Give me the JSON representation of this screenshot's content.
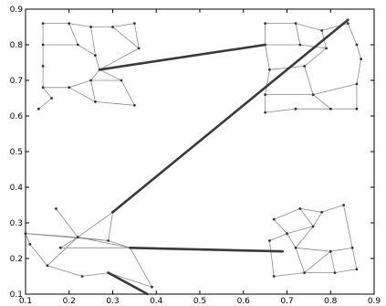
{
  "chart_data": {
    "type": "scatter",
    "title": "",
    "xlabel": "",
    "ylabel": "",
    "xlim": [
      0.1,
      0.9
    ],
    "ylim": [
      0.1,
      0.9
    ],
    "grid": false,
    "x_ticks": [
      "0.1",
      "0.2",
      "0.3",
      "0.4",
      "0.5",
      "0.6",
      "0.7",
      "0.8",
      "0.9"
    ],
    "y_ticks": [
      "0.1",
      "0.2",
      "0.3",
      "0.4",
      "0.5",
      "0.6",
      "0.7",
      "0.8",
      "0.9"
    ],
    "graphs": [
      {
        "nodes": [
          [
            0.14,
            0.86
          ],
          [
            0.2,
            0.86
          ],
          [
            0.25,
            0.85
          ],
          [
            0.3,
            0.85
          ],
          [
            0.35,
            0.86
          ],
          [
            0.14,
            0.8
          ],
          [
            0.22,
            0.8
          ],
          [
            0.26,
            0.77
          ],
          [
            0.36,
            0.79
          ],
          [
            0.14,
            0.74
          ],
          [
            0.27,
            0.73
          ],
          [
            0.14,
            0.68
          ],
          [
            0.2,
            0.68
          ],
          [
            0.25,
            0.7
          ],
          [
            0.32,
            0.7
          ],
          [
            0.13,
            0.62
          ],
          [
            0.16,
            0.65
          ],
          [
            0.26,
            0.64
          ],
          [
            0.35,
            0.63
          ]
        ],
        "edges": [
          [
            0,
            1
          ],
          [
            1,
            2
          ],
          [
            2,
            3
          ],
          [
            3,
            4
          ],
          [
            0,
            5
          ],
          [
            1,
            6
          ],
          [
            2,
            7
          ],
          [
            3,
            8
          ],
          [
            4,
            8
          ],
          [
            5,
            6
          ],
          [
            6,
            7
          ],
          [
            7,
            10
          ],
          [
            8,
            10
          ],
          [
            5,
            9
          ],
          [
            9,
            11
          ],
          [
            10,
            13
          ],
          [
            10,
            14
          ],
          [
            11,
            12
          ],
          [
            12,
            13
          ],
          [
            13,
            14
          ],
          [
            11,
            16
          ],
          [
            16,
            15
          ],
          [
            12,
            17
          ],
          [
            13,
            17
          ],
          [
            14,
            18
          ],
          [
            17,
            18
          ]
        ]
      },
      {
        "nodes": [
          [
            0.65,
            0.86
          ],
          [
            0.72,
            0.86
          ],
          [
            0.78,
            0.84
          ],
          [
            0.84,
            0.86
          ],
          [
            0.65,
            0.8
          ],
          [
            0.73,
            0.8
          ],
          [
            0.79,
            0.79
          ],
          [
            0.86,
            0.8
          ],
          [
            0.66,
            0.73
          ],
          [
            0.74,
            0.74
          ],
          [
            0.87,
            0.76
          ],
          [
            0.65,
            0.66
          ],
          [
            0.76,
            0.66
          ],
          [
            0.86,
            0.69
          ],
          [
            0.65,
            0.61
          ],
          [
            0.72,
            0.62
          ],
          [
            0.8,
            0.62
          ],
          [
            0.86,
            0.62
          ]
        ],
        "edges": [
          [
            0,
            1
          ],
          [
            1,
            2
          ],
          [
            2,
            3
          ],
          [
            0,
            4
          ],
          [
            1,
            5
          ],
          [
            2,
            6
          ],
          [
            3,
            7
          ],
          [
            4,
            5
          ],
          [
            5,
            6
          ],
          [
            6,
            9
          ],
          [
            4,
            8
          ],
          [
            8,
            9
          ],
          [
            7,
            10
          ],
          [
            8,
            11
          ],
          [
            9,
            12
          ],
          [
            10,
            13
          ],
          [
            11,
            12
          ],
          [
            12,
            13
          ],
          [
            11,
            14
          ],
          [
            14,
            15
          ],
          [
            15,
            16
          ],
          [
            16,
            17
          ],
          [
            12,
            16
          ],
          [
            13,
            17
          ]
        ]
      },
      {
        "nodes": [
          [
            0.1,
            0.27
          ],
          [
            0.17,
            0.34
          ],
          [
            0.22,
            0.26
          ],
          [
            0.3,
            0.33
          ],
          [
            0.29,
            0.25
          ],
          [
            0.15,
            0.18
          ],
          [
            0.23,
            0.15
          ],
          [
            0.29,
            0.16
          ],
          [
            0.34,
            0.23
          ],
          [
            0.39,
            0.12
          ],
          [
            0.11,
            0.24
          ],
          [
            0.18,
            0.23
          ]
        ],
        "edges": [
          [
            0,
            2
          ],
          [
            1,
            2
          ],
          [
            2,
            3
          ],
          [
            2,
            4
          ],
          [
            3,
            4
          ],
          [
            0,
            4
          ],
          [
            2,
            5
          ],
          [
            5,
            6
          ],
          [
            6,
            7
          ],
          [
            4,
            8
          ],
          [
            7,
            9
          ],
          [
            8,
            9
          ],
          [
            0,
            10
          ],
          [
            10,
            5
          ],
          [
            11,
            2
          ],
          [
            11,
            8
          ],
          [
            2,
            8
          ]
        ]
      },
      {
        "nodes": [
          [
            0.67,
            0.31
          ],
          [
            0.73,
            0.34
          ],
          [
            0.78,
            0.33
          ],
          [
            0.83,
            0.35
          ],
          [
            0.7,
            0.27
          ],
          [
            0.76,
            0.29
          ],
          [
            0.66,
            0.25
          ],
          [
            0.72,
            0.23
          ],
          [
            0.8,
            0.22
          ],
          [
            0.85,
            0.23
          ],
          [
            0.67,
            0.15
          ],
          [
            0.74,
            0.16
          ],
          [
            0.81,
            0.16
          ],
          [
            0.86,
            0.17
          ]
        ],
        "edges": [
          [
            0,
            1
          ],
          [
            1,
            2
          ],
          [
            2,
            3
          ],
          [
            0,
            4
          ],
          [
            1,
            5
          ],
          [
            4,
            5
          ],
          [
            5,
            2
          ],
          [
            3,
            9
          ],
          [
            4,
            6
          ],
          [
            4,
            7
          ],
          [
            5,
            7
          ],
          [
            7,
            8
          ],
          [
            8,
            9
          ],
          [
            6,
            10
          ],
          [
            7,
            11
          ],
          [
            8,
            11
          ],
          [
            8,
            12
          ],
          [
            9,
            13
          ],
          [
            10,
            11
          ],
          [
            11,
            12
          ],
          [
            12,
            13
          ]
        ]
      }
    ],
    "matches": [
      [
        [
          0.27,
          0.73
        ],
        [
          0.65,
          0.8
        ]
      ],
      [
        [
          0.3,
          0.33
        ],
        [
          0.84,
          0.87
        ]
      ],
      [
        [
          0.34,
          0.23
        ],
        [
          0.69,
          0.22
        ]
      ],
      [
        [
          0.29,
          0.16
        ],
        [
          0.38,
          0.1
        ]
      ]
    ]
  }
}
